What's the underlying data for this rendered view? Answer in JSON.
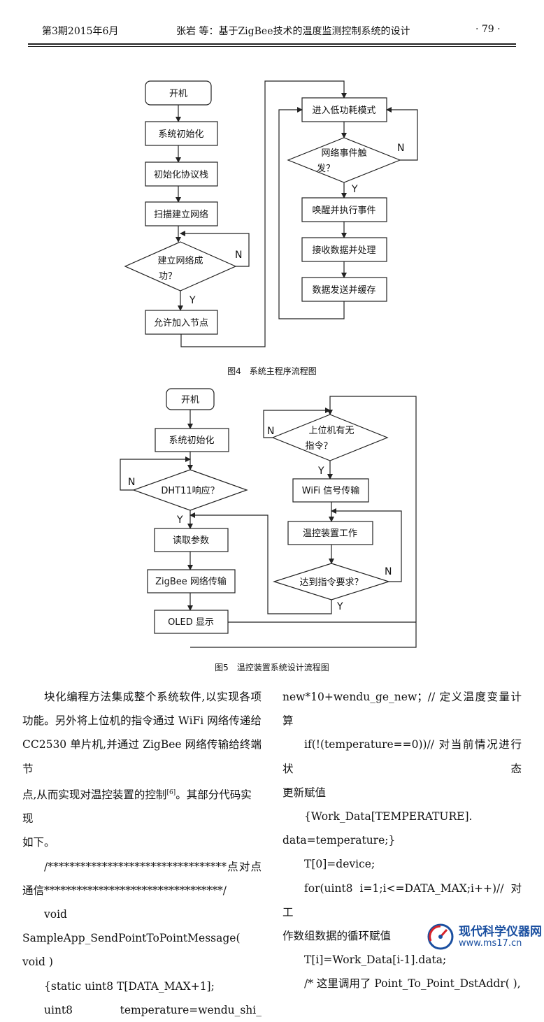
{
  "header": {
    "issue": "第3期2015年6月",
    "title": "张岩 等：基于ZigBee技术的温度监测控制系统的设计",
    "page": "· 79 ·"
  },
  "fig4": {
    "caption": "图4　系统主程序流程图",
    "nodes": {
      "start": "开机",
      "init": "系统初始化",
      "stack": "初始化协议栈",
      "scan": "扫描建立网络",
      "ok_q1": "建立网络成",
      "ok_q2": "功？",
      "allow": "允许加入节点",
      "lowpower": "进入低功耗模式",
      "evt_q1": "网络事件触",
      "evt_q2": "发？",
      "wake": "唤醒并执行事件",
      "recv": "接收数据并处理",
      "send": "数据发送并缓存",
      "y1": "Y",
      "n1": "N",
      "y2": "Y",
      "n2": "N"
    }
  },
  "fig5": {
    "caption": "图5　温控装置系统设计流程图",
    "nodes": {
      "start": "开机",
      "init": "系统初始化",
      "dht": "DHT11响应？",
      "read": "读取参数",
      "zigbee": "ZigBee 网络传输",
      "oled": "OLED 显示",
      "host_q1": "上位机有无",
      "host_q2": "指令？",
      "wifi": "WiFi 信号传输",
      "work": "温控装置工作",
      "reach": "达到指令要求？",
      "n_dht": "N",
      "y_dht": "Y",
      "n_host": "N",
      "y_host": "Y",
      "n_reach": "N",
      "y_reach": "Y"
    }
  },
  "body": {
    "left": {
      "l1": "块化编程方法集成整个系统软件,以实现各项",
      "l2": "功能。另外将上位机的指令通过 WiFi 网络传递给",
      "l3": "CC2530 单片机,并通过 ZigBee 网络传输给终端节",
      "l4a": "点,从而实现对温控装置的控制",
      "l4ref": "[6]",
      "l4b": "。其部分代码实现",
      "l5": "如下。",
      "l6": "/*********************************点对点",
      "l7": "通信*********************************/",
      "l8": "void SampleApp_SendPointToPointMessage(",
      "l9": "void )",
      "l10": "{static uint8 T[DATA_MAX+1];",
      "l11": "uint8  temperature=wendu_shi_"
    },
    "right": {
      "r1": "new*10+wendu_ge_new；// 定义温度变量计算",
      "r2": "if(!(temperature==0))// 对当前情况进行状态",
      "r3": "更新赋值",
      "r4": "{Work_Data[TEMPERATURE].",
      "r5": "data=temperature;}",
      "r6": "T[0]=device;",
      "r7": "for(uint8 i=1;i<=DATA_MAX;i++)// 对工",
      "r8": "作数组数据的循环赋值",
      "r9": "T[i]=Work_Data[i-1].data;",
      "r10": "/* 这里调用了 Point_To_Point_DstAddr( ),"
    }
  },
  "watermark": {
    "name": "现代科学仪器网",
    "url": "www.ms17.cn"
  }
}
